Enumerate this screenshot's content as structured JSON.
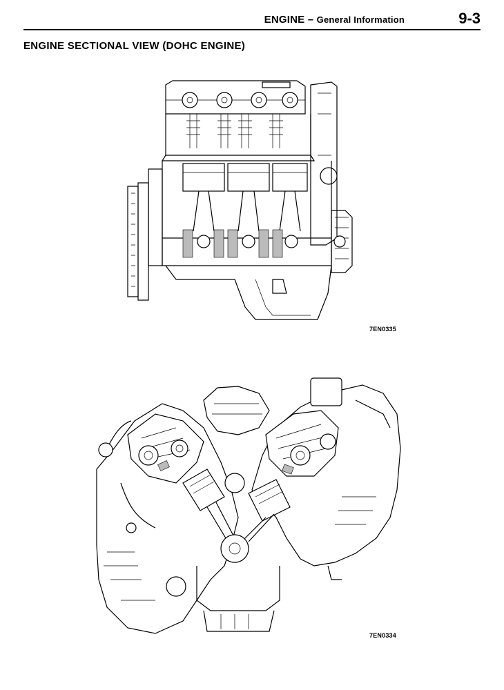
{
  "header": {
    "title_main": "ENGINE",
    "title_sep": " – ",
    "title_sub": "General Information",
    "page_number": "9-3"
  },
  "section_title": "ENGINE SECTIONAL VIEW (DOHC ENGINE)",
  "figures": [
    {
      "id": "7EN0335"
    },
    {
      "id": "7EN0334"
    }
  ]
}
